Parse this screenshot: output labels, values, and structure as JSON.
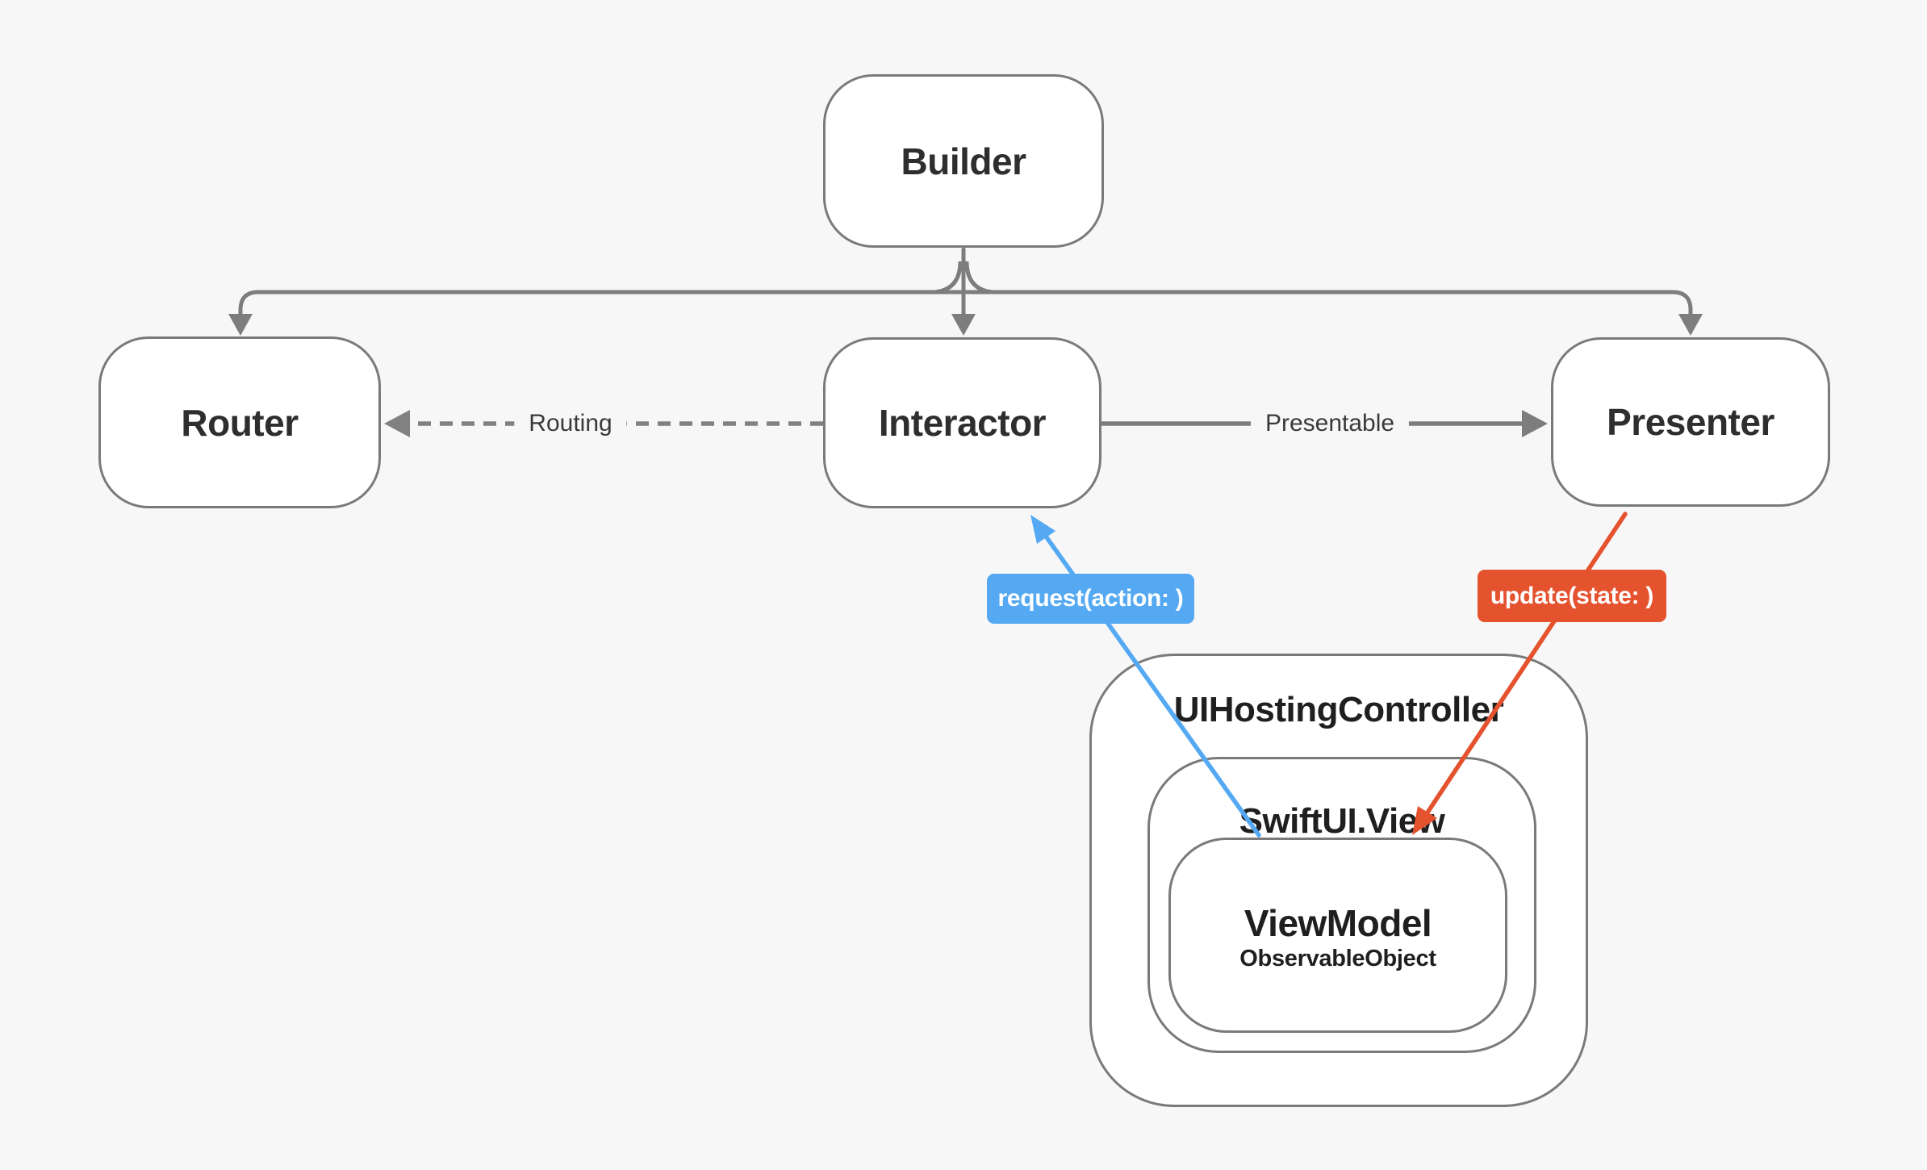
{
  "diagram": {
    "title": "RIB architecture with SwiftUI view layer",
    "nodes": {
      "builder": {
        "label": "Builder"
      },
      "router": {
        "label": "Router"
      },
      "interactor": {
        "label": "Interactor"
      },
      "presenter": {
        "label": "Presenter"
      }
    },
    "containers": {
      "hosting_controller": {
        "label": "UIHostingController"
      },
      "swiftui_view": {
        "label": "SwiftUI.View"
      },
      "view_model": {
        "label": "ViewModel",
        "sublabel": "ObservableObject"
      }
    },
    "edges": {
      "builder_to_children": {
        "from": "Builder",
        "to": "Router, Interactor, Presenter",
        "style": "solid-gray"
      },
      "routing": {
        "label": "Routing",
        "from": "Interactor",
        "to": "Router",
        "style": "dashed-gray"
      },
      "presentable": {
        "label": "Presentable",
        "from": "Interactor",
        "to": "Presenter",
        "style": "solid-gray"
      },
      "request": {
        "label": "request(action: )",
        "from": "SwiftUI.View",
        "to": "Interactor",
        "style": "solid-blue"
      },
      "update": {
        "label": "update(state: )",
        "from": "Presenter",
        "to": "ViewModel",
        "style": "solid-red"
      }
    },
    "colors": {
      "background": "#f7f7f7",
      "box_fill": "#ffffff",
      "box_border": "#7a7a7a",
      "connector": "#7d7d7d",
      "node_text": "#2e2e2e",
      "container_text": "#1f1f1f",
      "edge_text": "#3a3a3a",
      "blue": "#54a9f2",
      "red": "#e5522e",
      "badge_text": "#ffffff"
    }
  }
}
